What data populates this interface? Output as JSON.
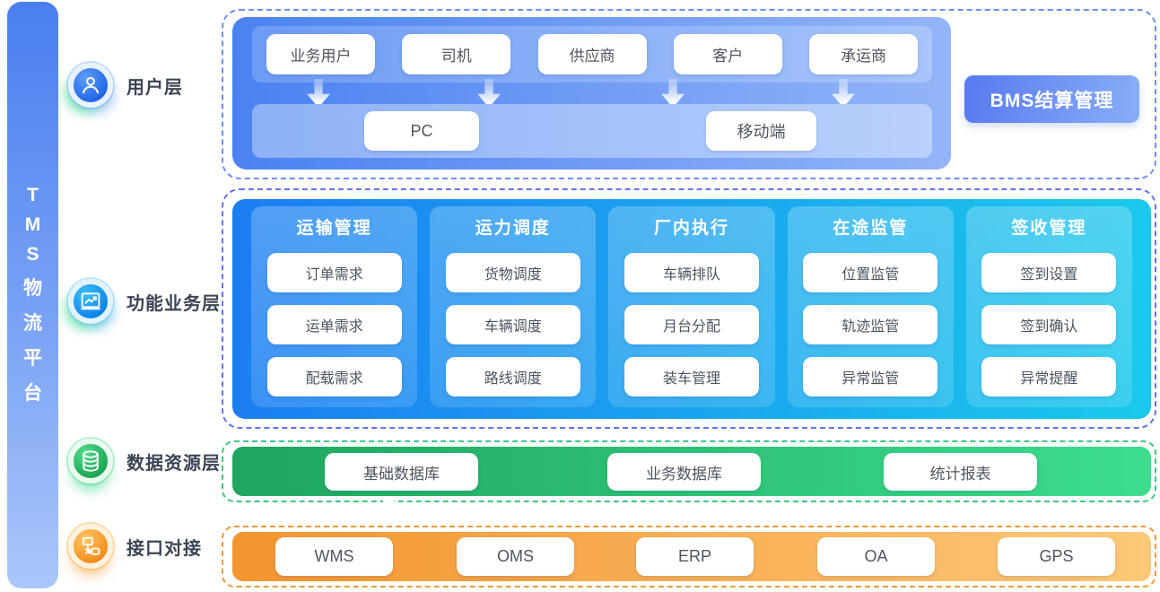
{
  "platform": {
    "title": "TMS物流平台",
    "title_chars": [
      "T",
      "M",
      "S",
      "物",
      "流",
      "平",
      "台"
    ]
  },
  "layers": {
    "user_label": "用户层",
    "business_label": "功能业务层",
    "data_label": "数据资源层",
    "interface_label": "接口对接"
  },
  "user_layer": {
    "roles": [
      "业务用户",
      "司机",
      "供应商",
      "客户",
      "承运商"
    ],
    "terminals": {
      "pc": "PC",
      "mobile": "移动端"
    }
  },
  "bms": {
    "label": "BMS结算管理"
  },
  "business_layer": {
    "columns": [
      {
        "title": "运输管理",
        "items": [
          "订单需求",
          "运单需求",
          "配载需求"
        ]
      },
      {
        "title": "运力调度",
        "items": [
          "货物调度",
          "车辆调度",
          "路线调度"
        ]
      },
      {
        "title": "厂内执行",
        "items": [
          "车辆排队",
          "月台分配",
          "装车管理"
        ]
      },
      {
        "title": "在途监管",
        "items": [
          "位置监管",
          "轨迹监管",
          "异常监管"
        ]
      },
      {
        "title": "签收管理",
        "items": [
          "签到设置",
          "签到确认",
          "异常提醒"
        ]
      }
    ]
  },
  "data_layer": {
    "items": [
      "基础数据库",
      "业务数据库",
      "统计报表"
    ]
  },
  "interface_layer": {
    "items": [
      "WMS",
      "OMS",
      "ERP",
      "OA",
      "GPS"
    ]
  },
  "colors": {
    "sidebar_blue": "#4a7ff0",
    "user_box_blue": "#4b82f1",
    "business_left_blue": "#1b7ef2",
    "business_right_cyan": "#1ac9ec",
    "data_green": "#20a65e",
    "interface_orange": "#f3952f",
    "bms_blue": "#5a7cf0",
    "label_text": "#3b4554"
  }
}
